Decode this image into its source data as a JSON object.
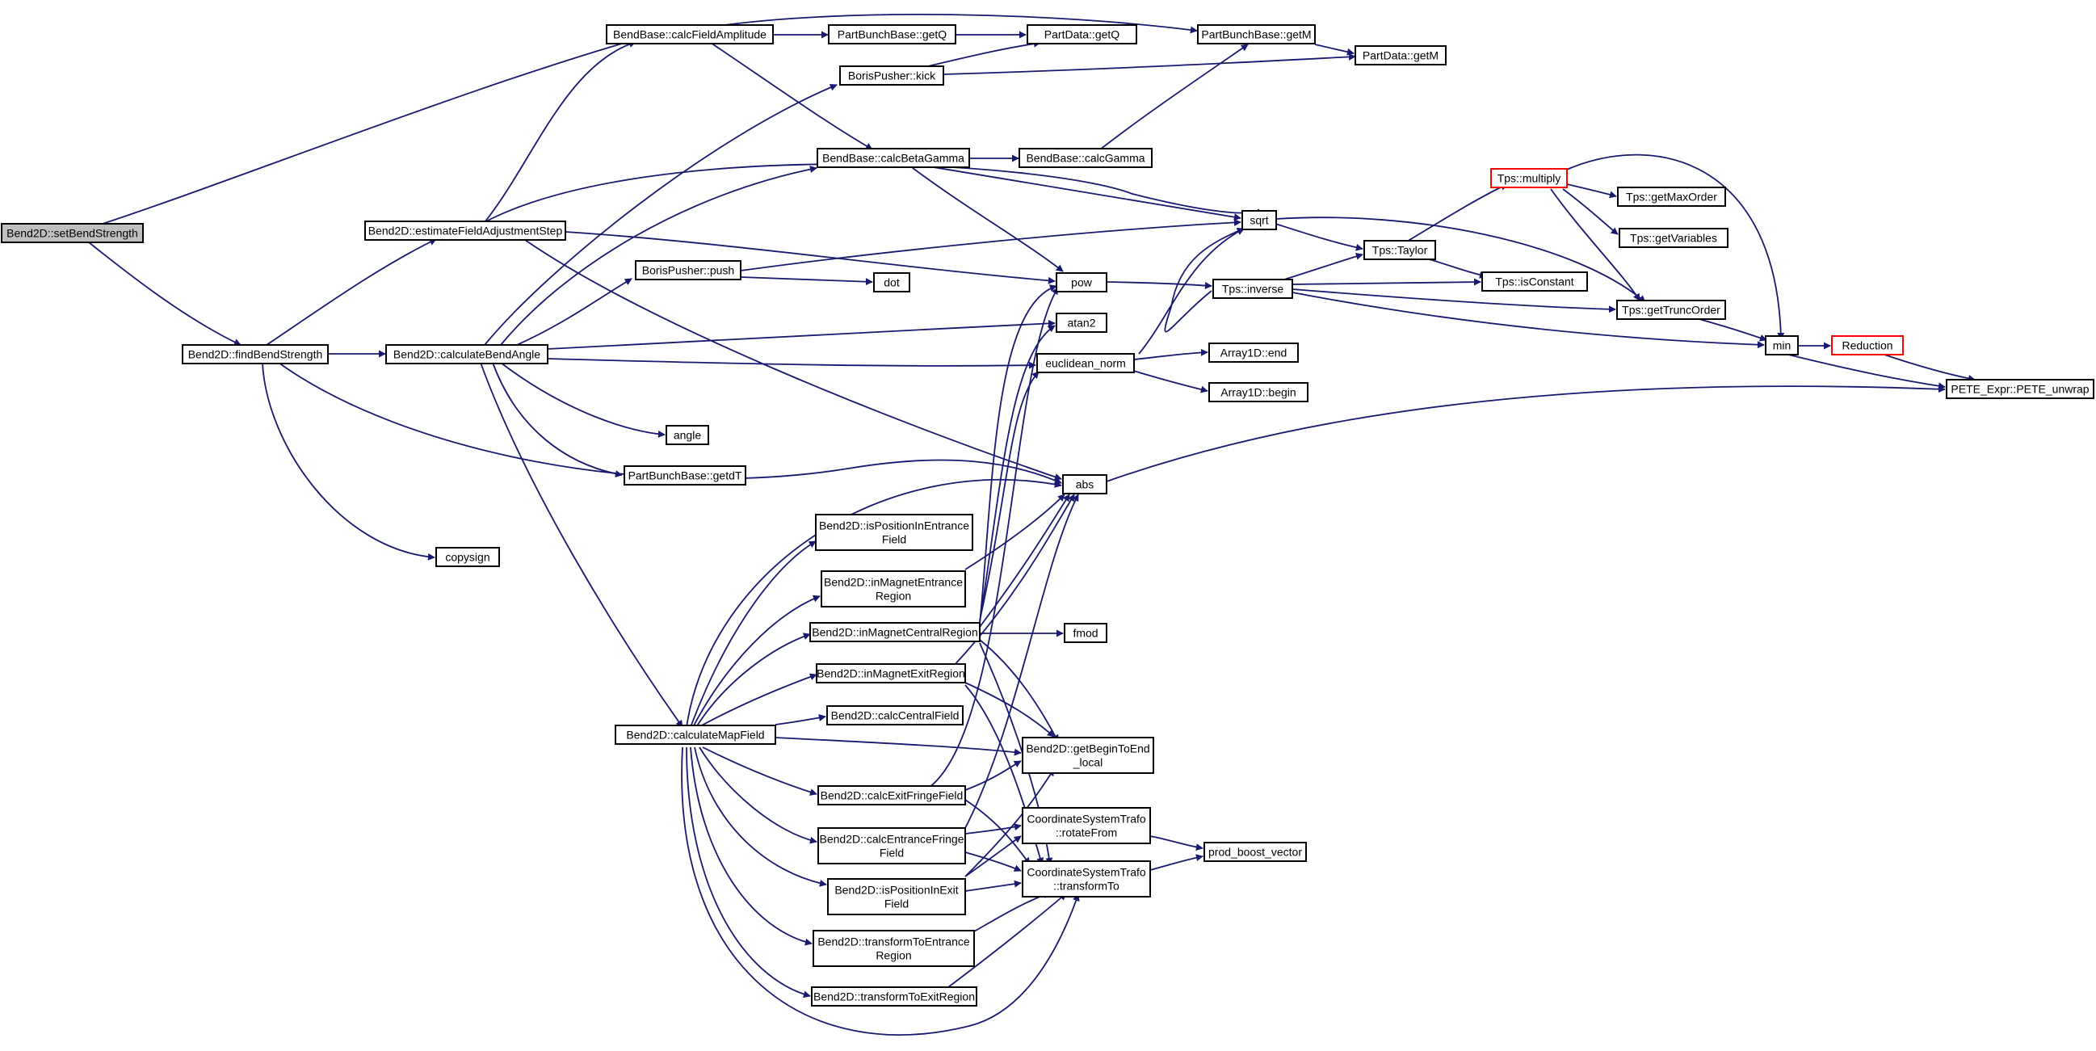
{
  "colors": {
    "edge": "#191970",
    "root_fill": "#bfbfbf",
    "node_stroke": "#000000",
    "truncated_stroke": "#ff0000"
  },
  "nodes": {
    "setBendStrength": [
      "Bend2D::setBendStrength"
    ],
    "findBendStrength": [
      "Bend2D::findBendStrength"
    ],
    "estimateFieldAdjustmentStep": [
      "Bend2D::estimateFieldAdjustmentStep"
    ],
    "calculateBendAngle": [
      "Bend2D::calculateBendAngle"
    ],
    "calcFieldAmplitude": [
      "BendBase::calcFieldAmplitude"
    ],
    "partBunchGetQ": [
      "PartBunchBase::getQ"
    ],
    "partDataGetQ": [
      "PartData::getQ"
    ],
    "partBunchGetM": [
      "PartBunchBase::getM"
    ],
    "partDataGetM": [
      "PartData::getM"
    ],
    "borisKick": [
      "BorisPusher::kick"
    ],
    "calcBetaGamma": [
      "BendBase::calcBetaGamma"
    ],
    "calcGamma": [
      "BendBase::calcGamma"
    ],
    "sqrt": [
      "sqrt"
    ],
    "borisPush": [
      "BorisPusher::push"
    ],
    "dot": [
      "dot"
    ],
    "pow": [
      "pow"
    ],
    "atan2": [
      "atan2"
    ],
    "euclideanNorm": [
      "euclidean_norm"
    ],
    "array1dEnd": [
      "Array1D::end"
    ],
    "array1dBegin": [
      "Array1D::begin"
    ],
    "angle": [
      "angle"
    ],
    "getdT": [
      "PartBunchBase::getdT"
    ],
    "abs": [
      "abs"
    ],
    "copysign": [
      "copysign"
    ],
    "tpsMultiply": [
      "Tps::multiply"
    ],
    "tpsGetMaxOrder": [
      "Tps::getMaxOrder"
    ],
    "tpsGetVariables": [
      "Tps::getVariables"
    ],
    "tpsTaylor": [
      "Tps::Taylor"
    ],
    "tpsIsConstant": [
      "Tps::isConstant"
    ],
    "tpsInverse": [
      "Tps::inverse"
    ],
    "tpsGetTruncOrder": [
      "Tps::getTruncOrder"
    ],
    "min": [
      "min"
    ],
    "reduction": [
      "Reduction"
    ],
    "peteUnwrap": [
      "PETE_Expr::PETE_unwrap"
    ],
    "isPositionInEntranceField": [
      "Bend2D::isPositionInEntrance",
      "Field"
    ],
    "inMagnetEntranceRegion": [
      "Bend2D::inMagnetEntrance",
      "Region"
    ],
    "inMagnetCentralRegion": [
      "Bend2D::inMagnetCentralRegion"
    ],
    "fmod": [
      "fmod"
    ],
    "inMagnetExitRegion": [
      "Bend2D::inMagnetExitRegion"
    ],
    "calcCentralField": [
      "Bend2D::calcCentralField"
    ],
    "calculateMapField": [
      "Bend2D::calculateMapField"
    ],
    "getBeginToEndLocal": [
      "Bend2D::getBeginToEnd",
      "_local"
    ],
    "calcExitFringeField": [
      "Bend2D::calcExitFringeField"
    ],
    "rotateFrom": [
      "CoordinateSystemTrafo",
      "::rotateFrom"
    ],
    "prodBoostVector": [
      "prod_boost_vector"
    ],
    "calcEntranceFringeField": [
      "Bend2D::calcEntranceFringe",
      "Field"
    ],
    "transformTo": [
      "CoordinateSystemTrafo",
      "::transformTo"
    ],
    "isPositionInExitField": [
      "Bend2D::isPositionInExit",
      "Field"
    ],
    "transformToEntranceRegion": [
      "Bend2D::transformToEntrance",
      "Region"
    ],
    "transformToExitRegion": [
      "Bend2D::transformToExitRegion"
    ]
  }
}
